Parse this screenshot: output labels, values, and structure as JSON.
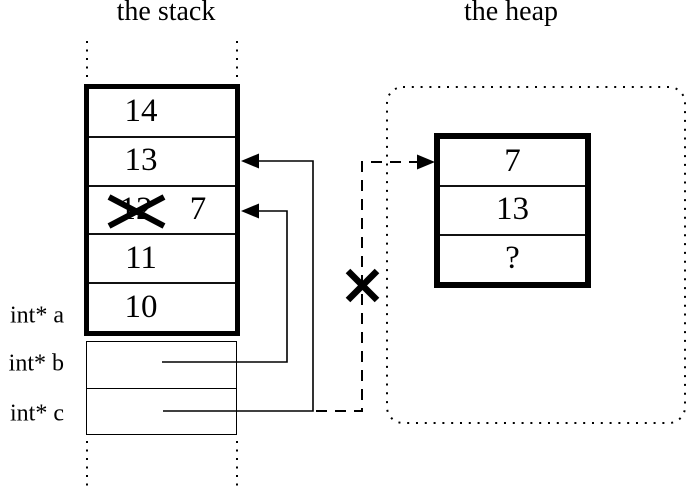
{
  "titles": {
    "stack_label": "the stack",
    "heap_label": "the heap"
  },
  "stack": {
    "cells": [
      {
        "value": "14"
      },
      {
        "value": "13"
      },
      {
        "value": "12",
        "replacement": "7",
        "crossed_out": true
      },
      {
        "value": "11"
      },
      {
        "value": "10"
      }
    ],
    "variables": [
      {
        "label": "int* a"
      },
      {
        "label": "int* b"
      },
      {
        "label": "int* c"
      }
    ]
  },
  "heap": {
    "cells": [
      {
        "value": "7"
      },
      {
        "value": "13"
      },
      {
        "value": "?"
      }
    ]
  },
  "colors": {
    "line": "#000000",
    "background": "#ffffff"
  }
}
